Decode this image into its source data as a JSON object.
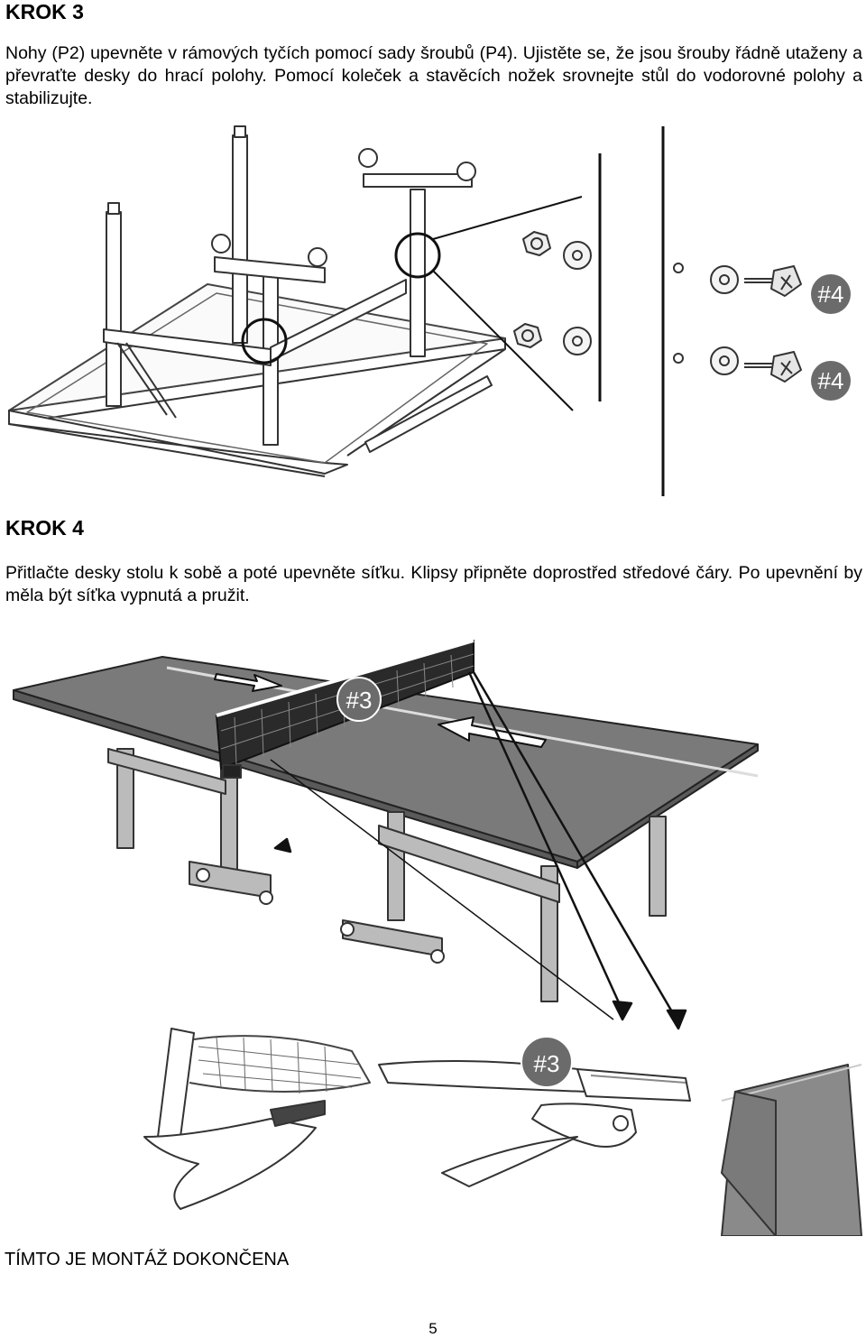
{
  "step3": {
    "heading": "KROK 3",
    "text": "Nohy (P2) upevněte v rámových tyčích pomocí sady šroubů (P4). Ujistěte se, že jsou šrouby řádně utaženy a převraťte desky do hrací polohy. Pomocí koleček a stavěcích nožek srovnejte stůl do vodorovné polohy a stabilizujte.",
    "figure": {
      "badges": [
        "#4",
        "#4"
      ]
    }
  },
  "step4": {
    "heading": "KROK 4",
    "text": "Přitlačte desky stolu k sobě a poté upevněte síťku. Klipsy připněte doprostřed středové čáry. Po upevnění by měla být síťka vypnutá a pružit.",
    "figure": {
      "badges": [
        "#3",
        "#3"
      ]
    }
  },
  "footer": "TÍMTO JE MONTÁŽ DOKONČENA",
  "page_number": "5"
}
